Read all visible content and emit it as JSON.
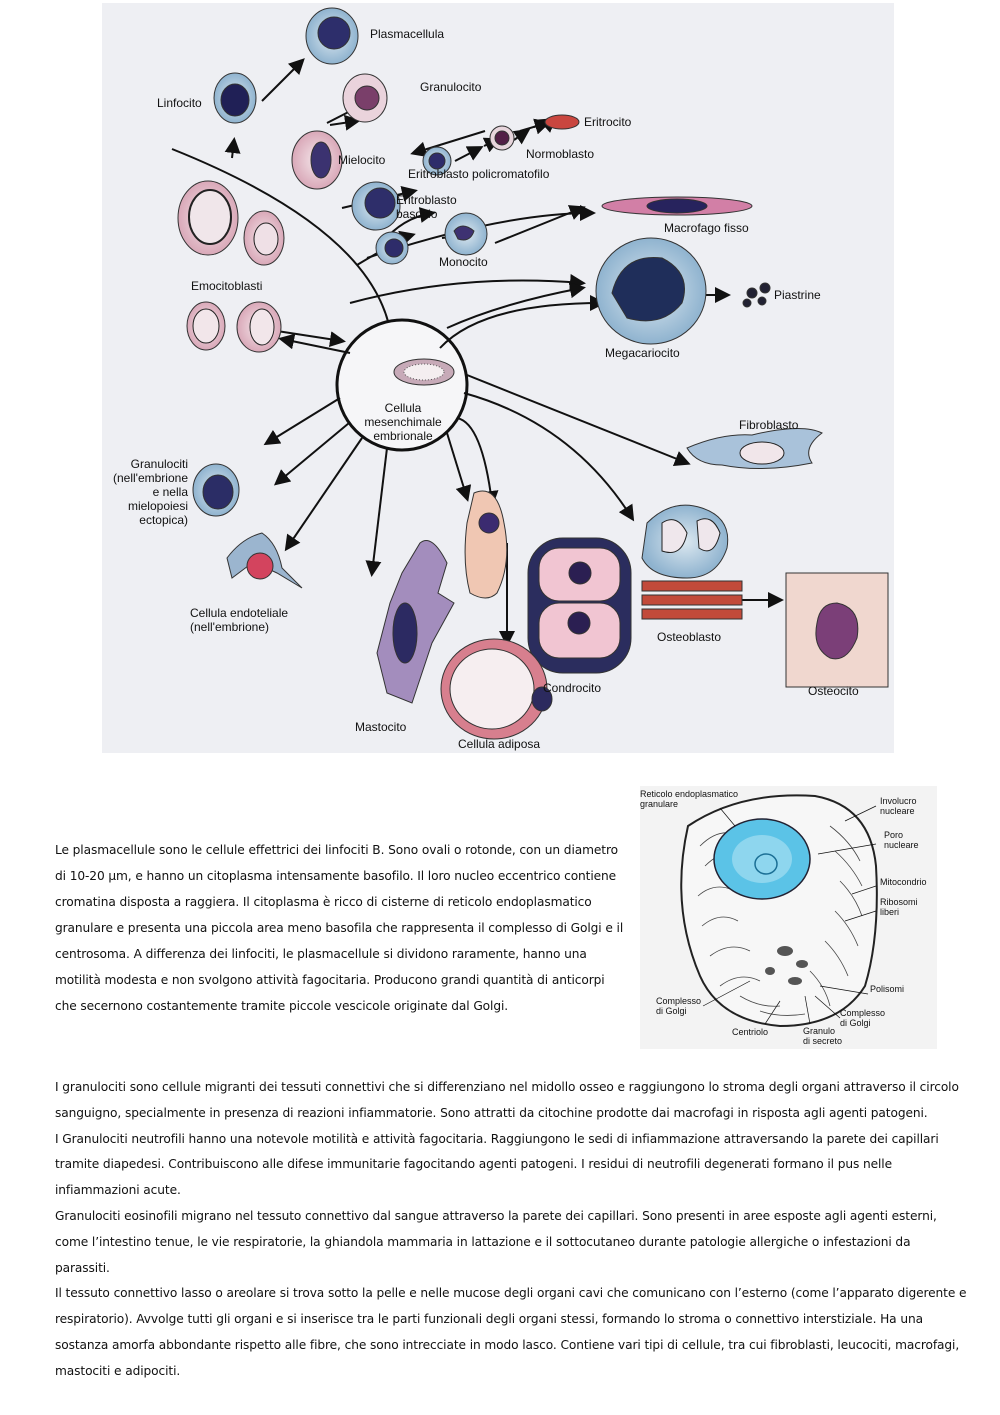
{
  "diagram": {
    "labels": {
      "plasmacellula": "Plasmacellula",
      "granulocito": "Granulocito",
      "linfocito": "Linfocito",
      "eritrocito": "Eritrocito",
      "normoblasto": "Normoblasto",
      "mielocito": "Mielocito",
      "eritroblasto_policromatofilo": "Eritroblasto policromatofilo",
      "eritroblasto_basofilo_1": "Eritroblasto",
      "eritroblasto_basofilo_2": "basofilo",
      "macrofago_fisso": "Macrofago fisso",
      "monocito": "Monocito",
      "piastrine": "Piastrine",
      "emocitoblasti": "Emocitoblasti",
      "megacariocito": "Megacariocito",
      "cellula_mesenchimale_1": "Cellula",
      "cellula_mesenchimale_2": "mesenchimale",
      "cellula_mesenchimale_3": "embrionale",
      "fibroblasto": "Fibroblasto",
      "granulociti_embrione_1": "Granulociti",
      "granulociti_embrione_2": "(nell'embrione",
      "granulociti_embrione_3": "e nella",
      "granulociti_embrione_4": "mielopoiesi",
      "granulociti_embrione_5": "ectopica)",
      "cellula_endoteliale_1": "Cellula endoteliale",
      "cellula_endoteliale_2": "(nell'embrione)",
      "osteoblasto": "Osteoblasto",
      "osteocito": "Osteocito",
      "mastocito": "Mastocito",
      "condrocito": "Condrocito",
      "cellula_adiposa": "Cellula adiposa"
    }
  },
  "organelle_figure": {
    "labels": {
      "reticolo_1": "Reticolo endoplasmatico",
      "reticolo_2": "granulare",
      "involucro_1": "Involucro",
      "involucro_2": "nucleare",
      "poro_1": "Poro",
      "poro_2": "nucleare",
      "mitocondrio": "Mitocondrio",
      "ribosomi_1": "Ribosomi",
      "ribosomi_2": "liberi",
      "polisomi": "Polisomi",
      "golgi_left_1": "Complesso",
      "golgi_left_2": "di Golgi",
      "golgi_right_1": "Complesso",
      "golgi_right_2": "di Golgi",
      "centriolo": "Centriolo",
      "granulo_1": "Granulo",
      "granulo_2": "di secreto"
    }
  },
  "text": {
    "paragraph_plasmacellule": "Le plasmacellule sono le cellule effettrici dei linfociti B. Sono ovali o rotonde, con un diametro di 10-20 µm, e hanno un citoplasma intensamente basofilo. Il loro nucleo eccentrico contiene cromatina disposta a raggiera. Il citoplasma è ricco di cisterne di reticolo endoplasmatico granulare e presenta una piccola area meno basofila che rappresenta il complesso di Golgi e il centrosoma. A differenza dei linfociti, le plasmacellule si dividono raramente, hanno una motilità modesta e non svolgono attività fagocitaria. Producono grandi quantità di anticorpi che secernono costantemente tramite piccole vescicole originate dal Golgi.",
    "paragraph_granulociti_1": "I granulociti sono cellule migranti dei tessuti connettivi che si differenziano nel midollo osseo e raggiungono lo stroma degli organi attraverso il circolo sanguigno, specialmente in presenza di reazioni infiammatorie. Sono attratti da citochine prodotte dai macrofagi in risposta agli agenti patogeni.",
    "paragraph_granulociti_2": "I Granulociti neutrofili hanno una notevole motilità e attività fagocitaria. Raggiungono le sedi di infiammazione attraversando la parete dei capillari tramite diapedesi. Contribuiscono alle difese immunitarie fagocitando agenti patogeni. I residui di neutrofili degenerati formano il pus nelle infiammazioni acute.",
    "paragraph_granulociti_3": "Granulociti eosinofili migrano nel tessuto connettivo dal sangue attraverso la parete dei capillari. Sono presenti in aree esposte agli agenti esterni, come l’intestino tenue, le vie respiratorie, la ghiandola mammaria in lattazione e il sottocutaneo durante patologie allergiche o infestazioni da parassiti.",
    "paragraph_connettivo": "Il tessuto connettivo lasso o areolare si trova sotto la pelle e nelle mucose degli organi cavi che comunicano con l’esterno (come l’apparato digerente e respiratorio). Avvolge tutti gli organi e si inserisce tra le parti funzionali degli organi stessi, formando lo stroma o connettivo interstiziale. Ha una sostanza amorfa abbondante rispetto alle fibre, che sono intrecciate in modo lasco. Contiene vari tipi di cellule, tra cui fibroblasti, leucociti, macrofagi, mastociti e adipociti."
  }
}
